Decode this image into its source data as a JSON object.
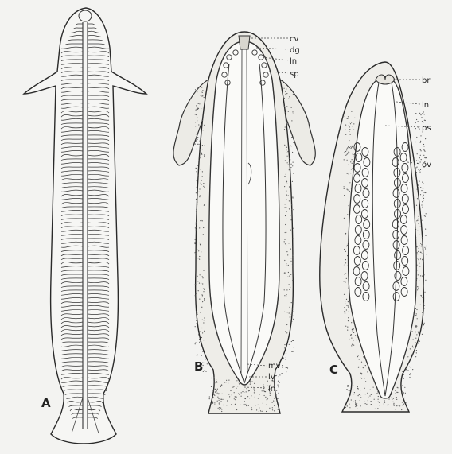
{
  "figure": {
    "panels": [
      {
        "id": "A",
        "label": "A"
      },
      {
        "id": "B",
        "label": "B"
      },
      {
        "id": "C",
        "label": "C"
      }
    ],
    "labels_B": [
      "cv",
      "dg",
      "ln",
      "sp",
      "mv",
      "lv",
      "ln"
    ],
    "labels_C": [
      "br",
      "ln",
      "ps",
      "ov"
    ]
  }
}
